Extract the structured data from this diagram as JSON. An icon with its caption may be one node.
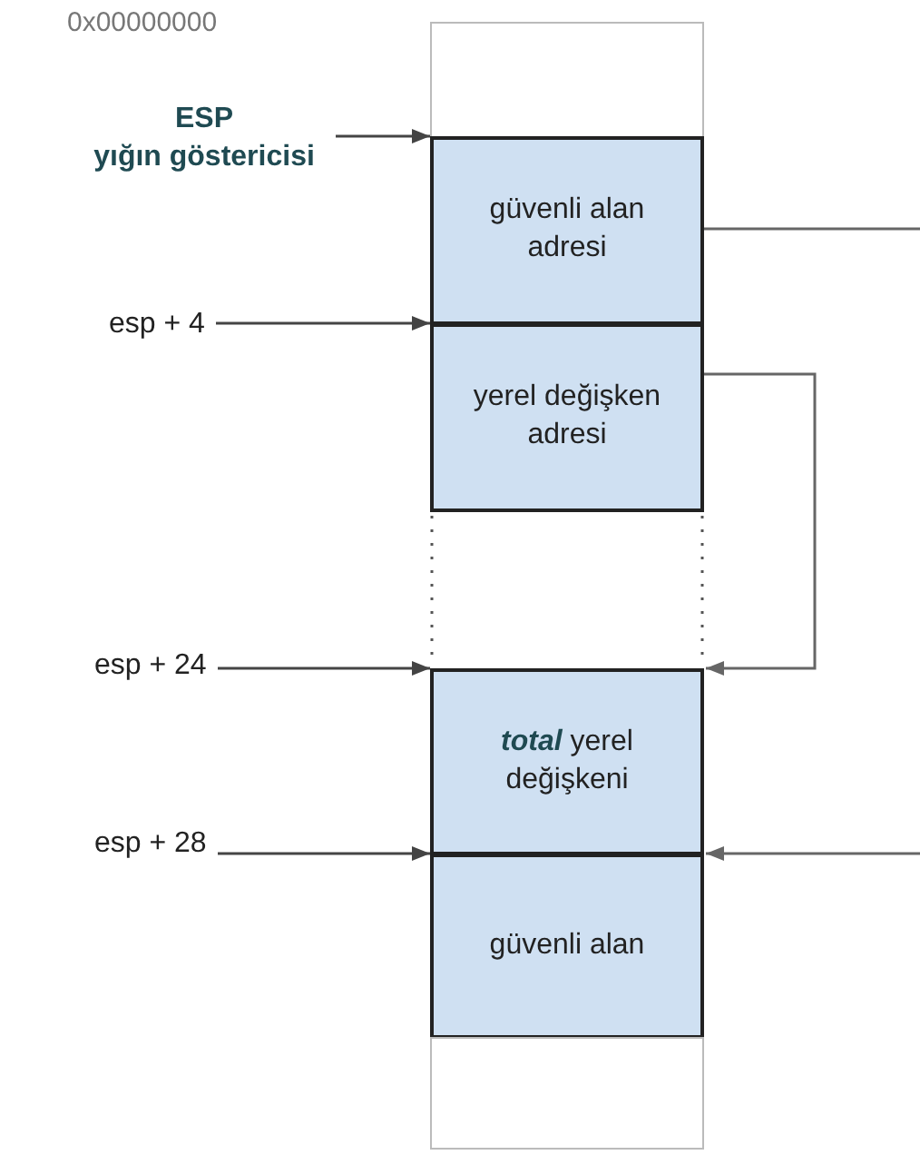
{
  "diagram": {
    "nodes": [
      {
        "text": [],
        "shape": "box"
      },
      {
        "text": [
          "ESP",
          "yığın göstericisi"
        ]
      },
      {
        "text": [
          "güvenli alan adresi"
        ]
      },
      {
        "text": [
          "esp + 4"
        ]
      },
      {
        "text": [
          "yerel değişken adresi"
        ]
      },
      {
        "text": [
          "esp + 24"
        ]
      },
      {
        "text": [
          "*total* yerel değişkeni"
        ]
      },
      {
        "text": [
          "esp + 28"
        ]
      },
      {
        "text": [
          "güvenli alan"
        ]
      },
      {
        "text": [],
        "shape": "box"
      }
    ],
    "edges": [
      {
        "from": 1,
        "to": 2,
        "arrow": "to"
      },
      {
        "from": 3,
        "to": 4,
        "arrow": "to"
      },
      {
        "from": 5,
        "to": 6,
        "arrow": "to"
      },
      {
        "from": 7,
        "to": 8,
        "arrow": "to"
      },
      {
        "from": 2,
        "to": null,
        "arrow": "none"
      },
      {
        "from": 4,
        "to": 6,
        "arrow": "to"
      },
      {
        "from": null,
        "to": 8,
        "arrow": "to"
      }
    ],
    "labels": [
      "0x00000000"
    ]
  }
}
